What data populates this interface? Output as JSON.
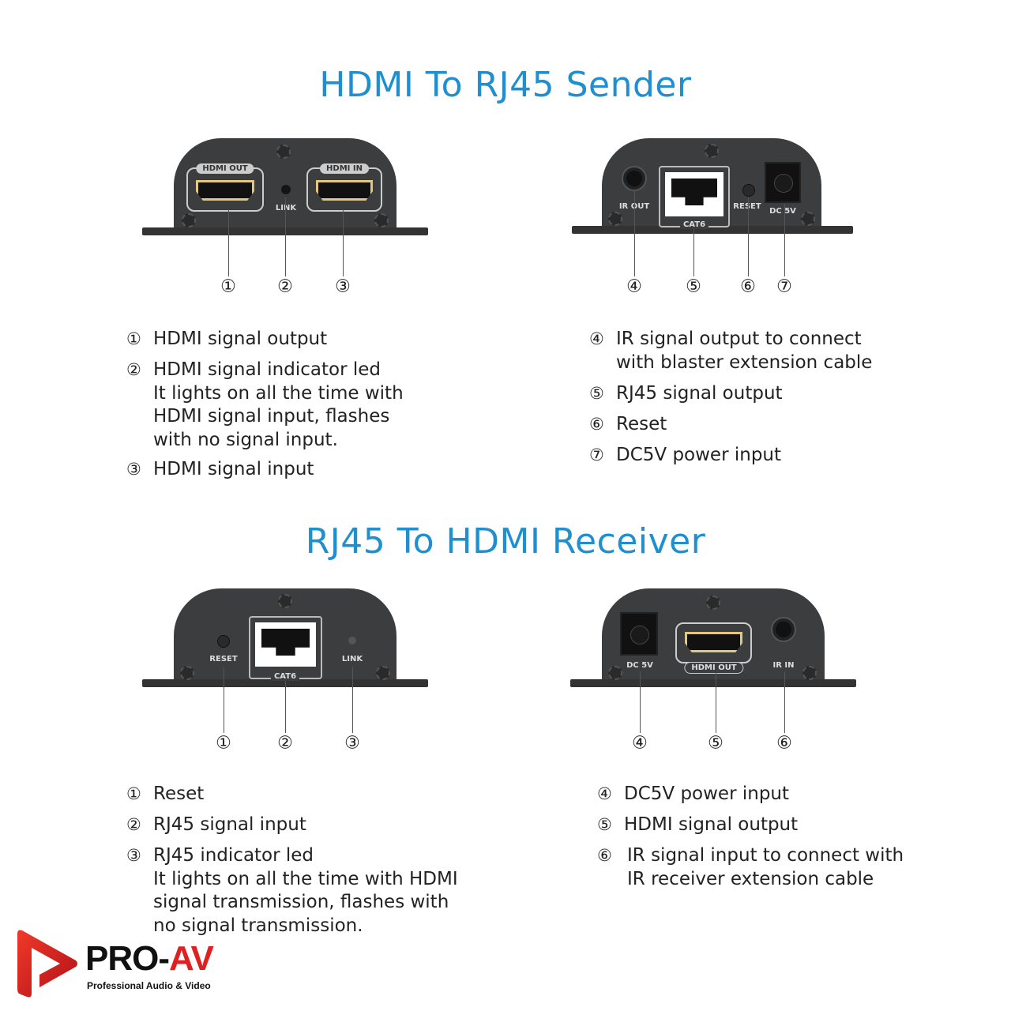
{
  "sender": {
    "title": "HDMI To RJ45 Sender",
    "front_labels": {
      "hdmi_out": "HDMI OUT",
      "link": "LINK",
      "hdmi_in": "HDMI IN"
    },
    "back_labels": {
      "ir_out": "IR OUT",
      "cat6": "CAT6",
      "reset": "RESET",
      "dc5v": "DC 5V"
    },
    "callouts": [
      "①",
      "②",
      "③",
      "④",
      "⑤",
      "⑥",
      "⑦"
    ],
    "left_desc": [
      {
        "num": "①",
        "lines": [
          "HDMI signal output"
        ]
      },
      {
        "num": "②",
        "lines": [
          "HDMI signal indicator led",
          "It lights on all the time with",
          "HDMI signal input, flashes",
          "with no signal input."
        ]
      },
      {
        "num": "③",
        "lines": [
          "HDMI signal input"
        ]
      }
    ],
    "right_desc": [
      {
        "num": "④",
        "lines": [
          "IR signal output to connect",
          "with blaster extension cable"
        ]
      },
      {
        "num": "⑤",
        "lines": [
          "RJ45 signal output"
        ]
      },
      {
        "num": "⑥",
        "lines": [
          "Reset"
        ]
      },
      {
        "num": "⑦",
        "lines": [
          "DC5V power input"
        ]
      }
    ]
  },
  "receiver": {
    "title": "RJ45 To HDMI Receiver",
    "front_labels": {
      "reset": "RESET",
      "cat6": "CAT6",
      "link": "LINK"
    },
    "back_labels": {
      "dc5v": "DC 5V",
      "hdmi_out": "HDMI OUT",
      "ir_in": "IR IN"
    },
    "callouts": [
      "①",
      "②",
      "③",
      "④",
      "⑤",
      "⑥"
    ],
    "left_desc": [
      {
        "num": "①",
        "lines": [
          "Reset"
        ]
      },
      {
        "num": "②",
        "lines": [
          "RJ45 signal input"
        ]
      },
      {
        "num": "③",
        "lines": [
          "RJ45 indicator led",
          "It lights on all the time with HDMI",
          "signal transmission, flashes with",
          "no signal transmission."
        ]
      }
    ],
    "right_desc": [
      {
        "num": "④",
        "lines": [
          "DC5V power input"
        ]
      },
      {
        "num": "⑤",
        "lines": [
          "HDMI signal output"
        ]
      },
      {
        "num": "⑥",
        "lines": [
          "IR signal input to connect with",
          "IR receiver extension cable"
        ]
      }
    ]
  },
  "logo": {
    "brand": "PRO-",
    "brand_accent": "AV",
    "tagline": "Professional Audio & Video"
  },
  "colors": {
    "title": "#1f8fcf",
    "device": "#3c3d3f",
    "logo_red": "#e02020"
  }
}
